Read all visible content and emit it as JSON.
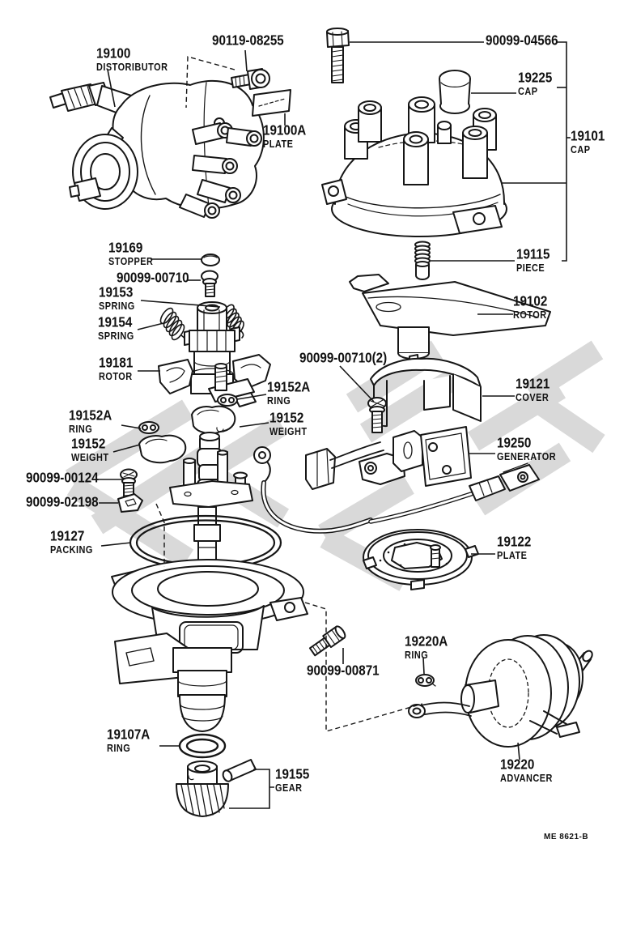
{
  "page": {
    "background": "#ffffff",
    "ink": "#161616",
    "watermark_color": "#d9d9d9"
  },
  "footer": {
    "code": "ME 8621-B"
  },
  "labels": [
    {
      "part": "90119-08255",
      "desc": ""
    },
    {
      "part": "19100",
      "desc": "DISTORIBUTOR"
    },
    {
      "part": "19100A",
      "desc": "PLATE"
    },
    {
      "part": "90099-04566",
      "desc": ""
    },
    {
      "part": "19225",
      "desc": "CAP"
    },
    {
      "part": "19101",
      "desc": "CAP"
    },
    {
      "part": "19115",
      "desc": "PIECE"
    },
    {
      "part": "19169",
      "desc": "STOPPER"
    },
    {
      "part": "90099-00710",
      "desc": ""
    },
    {
      "part": "19153",
      "desc": "SPRING"
    },
    {
      "part": "19154",
      "desc": "SPRING"
    },
    {
      "part": "19181",
      "desc": "ROTOR"
    },
    {
      "part": "19102",
      "desc": "ROTOR"
    },
    {
      "part": "90099-00710(2)",
      "desc": ""
    },
    {
      "part": "19121",
      "desc": "COVER"
    },
    {
      "part": "19152A",
      "desc": "RING"
    },
    {
      "part": "19152",
      "desc": "WEIGHT"
    },
    {
      "part": "19152A",
      "desc": "RING"
    },
    {
      "part": "19152",
      "desc": "WEIGHT"
    },
    {
      "part": "19250",
      "desc": "GENERATOR"
    },
    {
      "part": "90099-00124",
      "desc": ""
    },
    {
      "part": "90099-02198",
      "desc": ""
    },
    {
      "part": "19127",
      "desc": "PACKING"
    },
    {
      "part": "19122",
      "desc": "PLATE"
    },
    {
      "part": "19220A",
      "desc": "RING"
    },
    {
      "part": "90099-00871",
      "desc": ""
    },
    {
      "part": "19107A",
      "desc": "RING"
    },
    {
      "part": "19155",
      "desc": "GEAR"
    },
    {
      "part": "19220",
      "desc": "ADVANCER"
    }
  ]
}
